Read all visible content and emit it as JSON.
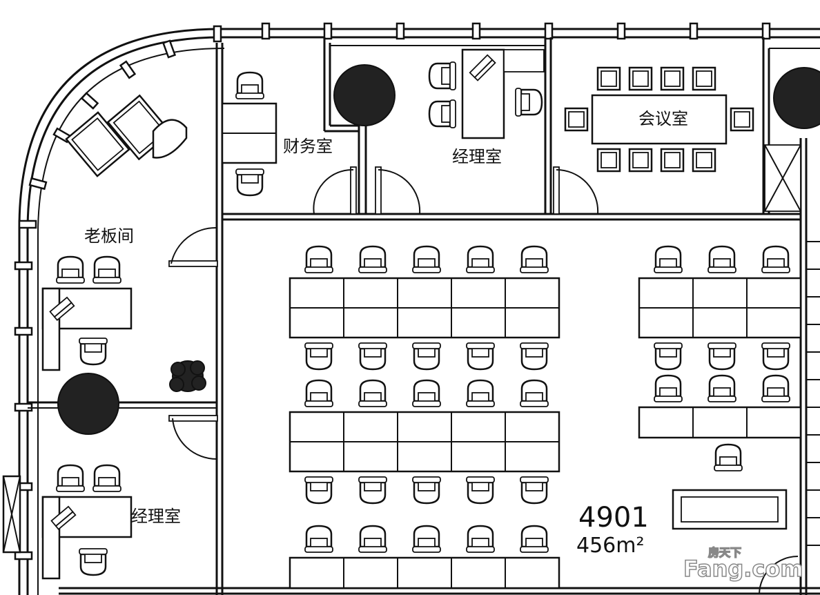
{
  "rooms": {
    "boss_office": "老板间",
    "finance": "财务室",
    "manager_top": "经理室",
    "meeting": "会议室",
    "manager_left": "经理室"
  },
  "unit": {
    "number": "4901",
    "area": "456m²"
  },
  "watermark": {
    "brand_top": "房天下",
    "brand_main": "Fang.com"
  },
  "colors": {
    "ink": "#111111",
    "paper": "#ffffff",
    "planter": "#222222"
  }
}
